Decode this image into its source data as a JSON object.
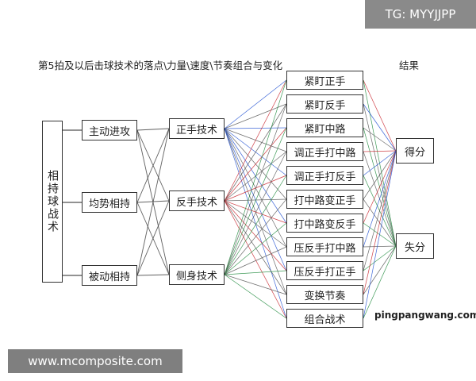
{
  "watermark_top": "TG: MYYJJPP",
  "watermark_bottom": "www.mcomposite.com",
  "diagram": {
    "title": "第5拍及以后击球技术的落点\\力量\\速度\\节奏组合与变化",
    "result_header": "结果",
    "site_label": "pingpangwang.com",
    "root": "相持球战术",
    "states": [
      "主动进攻",
      "均势相持",
      "被动相持"
    ],
    "techniques": [
      "正手技术",
      "反手技术",
      "侧身技术"
    ],
    "placements": [
      "紧盯正手",
      "紧盯反手",
      "紧盯中路",
      "调正手打中路",
      "调正手打反手",
      "打中路变正手",
      "打中路变反手",
      "压反手打中路",
      "压反手打正手",
      "变换节奏",
      "组合战术"
    ],
    "results": [
      "得分",
      "失分"
    ],
    "colors": {
      "forehand": "#1f4fd1",
      "backhand": "#c8232b",
      "sidebody": "#1e8a3c",
      "plain": "#555555"
    }
  }
}
